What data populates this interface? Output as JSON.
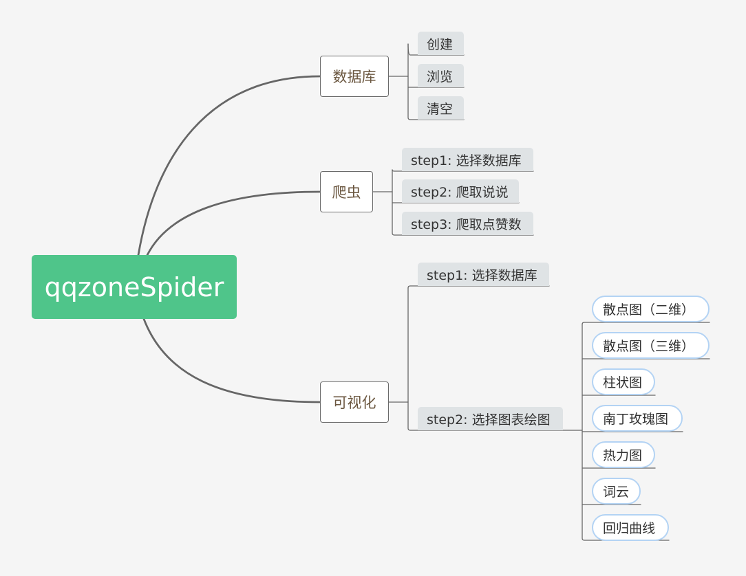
{
  "root": "qqzoneSpider",
  "branches": {
    "database": {
      "label": "数据库",
      "items": [
        "创建",
        "浏览",
        "清空"
      ]
    },
    "crawler": {
      "label": "爬虫",
      "items": [
        "step1: 选择数据库",
        "step2: 爬取说说",
        "step3: 爬取点赞数"
      ]
    },
    "visualize": {
      "label": "可视化",
      "step1": "step1: 选择数据库",
      "step2": "step2: 选择图表绘图",
      "charts": [
        "散点图（二维）",
        "散点图（三维）",
        "柱状图",
        "南丁玫瑰图",
        "热力图",
        "词云",
        "回归曲线"
      ]
    }
  },
  "colors": {
    "root_fill": "#4fc58a",
    "connector": "#666666",
    "leaf_fill": "#dfe3e5",
    "pill_border": "#b3d3f4",
    "branch_text": "#6b5740"
  }
}
